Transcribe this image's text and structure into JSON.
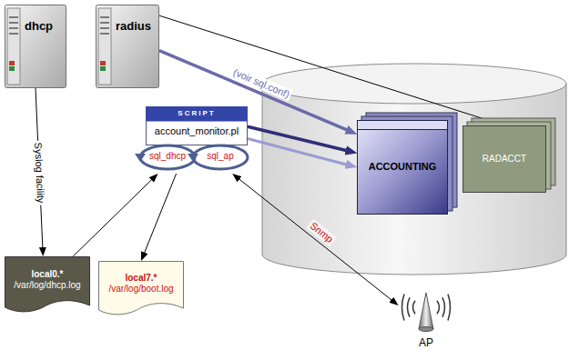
{
  "diagram": {
    "nodes": [
      {
        "text": [
          "dhcp"
        ]
      },
      {
        "text": [
          "radius"
        ]
      },
      {
        "text": [
          "SCRIPT",
          "account_monitor.pl",
          "sql_dhcp",
          "sql_ap"
        ]
      },
      {
        "text": [
          "ACCOUNTING"
        ]
      },
      {
        "text": [
          "RADACCT"
        ]
      },
      {
        "text": [
          "local0.*",
          "/var/log/dhcp.log"
        ]
      },
      {
        "text": [
          "local7.*",
          "/var/log/boot.log"
        ]
      },
      {
        "text": [
          "AP"
        ]
      }
    ],
    "edges": [
      {
        "from": 0,
        "to": 5,
        "label": "Syslog facility",
        "arrow": "to"
      },
      {
        "from": 5,
        "to": 2,
        "arrow": "to"
      },
      {
        "from": 2,
        "to": 6,
        "arrow": "to"
      },
      {
        "from": 1,
        "to": 3,
        "label": "(voir sql.conf)",
        "arrow": "to"
      },
      {
        "from": 1,
        "to": 4,
        "arrow": "to"
      },
      {
        "from": 2,
        "to": 3,
        "arrow": "to"
      },
      {
        "from": 2,
        "to": 3,
        "arrow": "to"
      },
      {
        "from": 2,
        "to": 7,
        "label": "Snmp",
        "arrow": "both"
      }
    ]
  }
}
